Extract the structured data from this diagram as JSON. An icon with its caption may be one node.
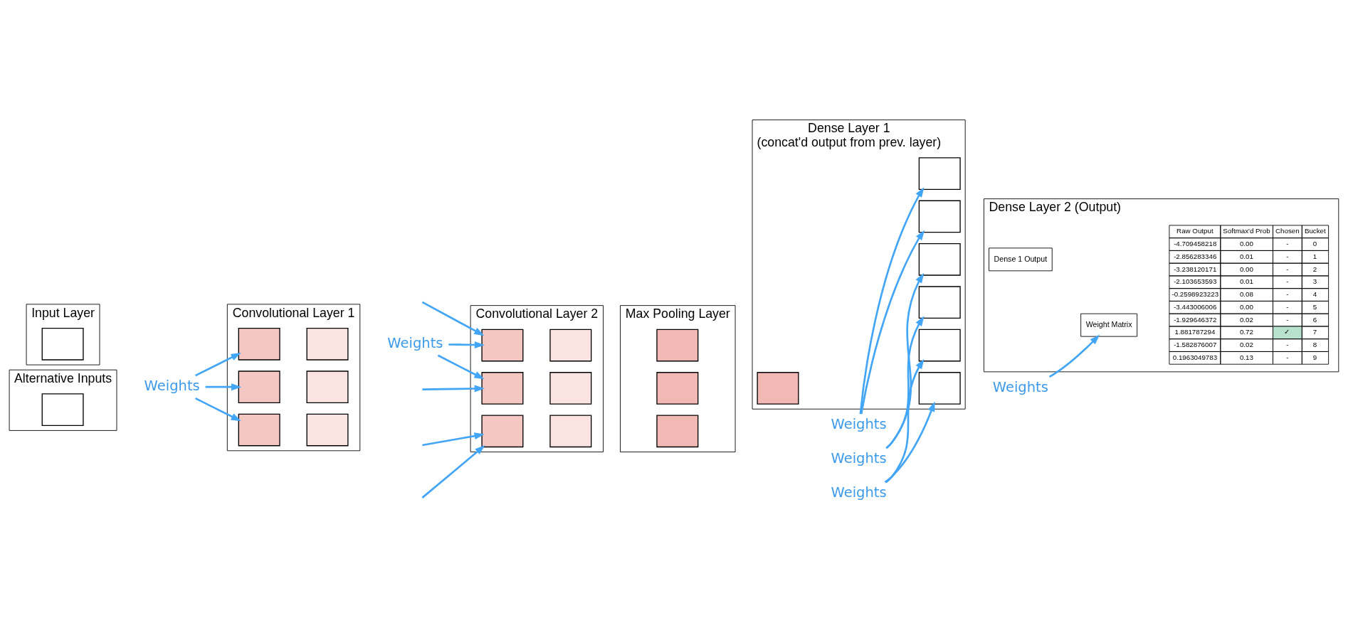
{
  "diagram": {
    "nodes": [
      {
        "text": [
          "Input Layer"
        ]
      },
      {
        "text": [],
        "shape": "box",
        "in": 0
      },
      {
        "text": [
          "Alternative Inputs"
        ]
      },
      {
        "text": [],
        "shape": "box",
        "in": 2
      },
      {
        "text": [
          "Convolutional Layer 1"
        ]
      },
      {
        "text": [],
        "shape": "box",
        "in": 4
      },
      {
        "text": [],
        "shape": "box",
        "in": 4
      },
      {
        "text": [],
        "shape": "box",
        "in": 4
      },
      {
        "text": [],
        "shape": "box",
        "in": 4
      },
      {
        "text": [],
        "shape": "box",
        "in": 4
      },
      {
        "text": [],
        "shape": "box",
        "in": 4
      },
      {
        "text": [
          "Convolutional Layer 2"
        ]
      },
      {
        "text": [],
        "shape": "box",
        "in": 11
      },
      {
        "text": [],
        "shape": "box",
        "in": 11
      },
      {
        "text": [],
        "shape": "box",
        "in": 11
      },
      {
        "text": [],
        "shape": "box",
        "in": 11
      },
      {
        "text": [],
        "shape": "box",
        "in": 11
      },
      {
        "text": [],
        "shape": "box",
        "in": 11
      },
      {
        "text": [
          "Max Pooling Layer"
        ]
      },
      {
        "text": [],
        "shape": "box",
        "in": 18
      },
      {
        "text": [],
        "shape": "box",
        "in": 18
      },
      {
        "text": [],
        "shape": "box",
        "in": 18
      },
      {
        "text": [
          "Dense Layer 1",
          "(concat'd output from prev. layer)"
        ]
      },
      {
        "text": [],
        "shape": "box",
        "in": 22
      },
      {
        "text": [],
        "shape": "box",
        "in": 22
      },
      {
        "text": [],
        "shape": "box",
        "in": 22
      },
      {
        "text": [],
        "shape": "box",
        "in": 22
      },
      {
        "text": [],
        "shape": "box",
        "in": 22
      },
      {
        "text": [],
        "shape": "box",
        "in": 22
      },
      {
        "text": [],
        "shape": "box",
        "in": 22
      },
      {
        "text": [
          "Dense Layer 2 (Output)"
        ]
      },
      {
        "text": [
          "Dense 1 Output"
        ],
        "in": 30
      },
      {
        "text": [
          "Weight Matrix"
        ],
        "in": 30
      },
      {
        "text": [
          "Weights"
        ]
      },
      {
        "text": [
          "Weights"
        ]
      },
      {
        "text": [
          "Weights"
        ]
      },
      {
        "text": [
          "Weights"
        ]
      },
      {
        "text": [
          "Weights"
        ]
      },
      {
        "text": [
          "Weights"
        ]
      }
    ],
    "edges": [
      {
        "from": 33,
        "to": 5,
        "arrow": "to"
      },
      {
        "from": 33,
        "to": 6,
        "arrow": "to"
      },
      {
        "from": 33,
        "to": 7,
        "arrow": "to"
      },
      {
        "from": null,
        "to": 12,
        "arrow": "to"
      },
      {
        "from": 34,
        "to": 12,
        "arrow": "to"
      },
      {
        "from": 34,
        "to": 13,
        "arrow": "to"
      },
      {
        "from": null,
        "to": 13,
        "arrow": "to"
      },
      {
        "from": null,
        "to": 14,
        "arrow": "to"
      },
      {
        "from": null,
        "to": 14,
        "arrow": "to"
      },
      {
        "from": 35,
        "to": 24,
        "arrow": "to"
      },
      {
        "from": 35,
        "to": 25,
        "arrow": "to"
      },
      {
        "from": 36,
        "to": 26,
        "arrow": "to"
      },
      {
        "from": 36,
        "to": 27,
        "arrow": "to"
      },
      {
        "from": 37,
        "to": 28,
        "arrow": "to"
      },
      {
        "from": 37,
        "to": 29,
        "arrow": "to"
      },
      {
        "from": 38,
        "to": 32,
        "arrow": "to"
      }
    ],
    "labels": [
      "Raw Output",
      "Softmax'd Prob",
      "Chosen",
      "Bucket",
      "-4.709458218",
      "0.00",
      "-",
      "0",
      "-2.856283346",
      "0.01",
      "-",
      "1",
      "-3.238120171",
      "0.00",
      "-",
      "2",
      "-2.103653593",
      "0.01",
      "-",
      "3",
      "-0.2598923223",
      "0.08",
      "-",
      "4",
      "-3.443006006",
      "0.00",
      "-",
      "5",
      "-1.929646372",
      "0.02",
      "-",
      "6",
      "1.881787294",
      "0.72",
      "✓",
      "7",
      "-1.582876007",
      "0.02",
      "-",
      "8",
      "0.1963049783",
      "0.13",
      "-",
      "9"
    ]
  }
}
